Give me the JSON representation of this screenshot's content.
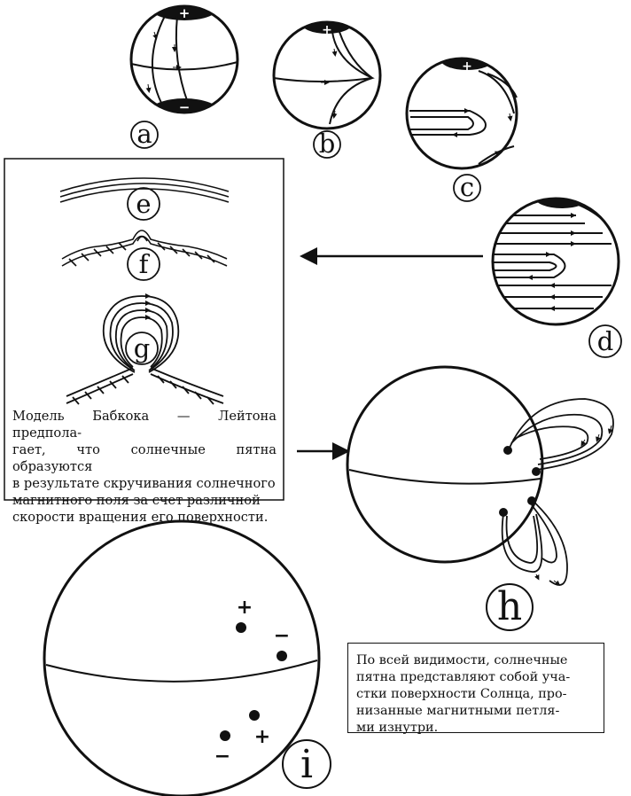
{
  "labels": {
    "a": "a",
    "b": "b",
    "c": "c",
    "d": "d",
    "e": "e",
    "f": "f",
    "g": "g",
    "h": "h",
    "i": "i"
  },
  "signs": {
    "plus": "+",
    "minus": "−"
  },
  "caption_model": [
    "Модель Бабкока — Лейтона предпола-",
    "гает, что солнечные пятна образуются",
    "в результате скручивания солнечного",
    "магнитного поля за счет различной",
    "скорости вращения его поверхности."
  ],
  "caption_spots": [
    "По всей видимости, солнечные",
    "пятна представляют собой уча-",
    "стки поверхности Солнца, про-",
    "низанные магнитными петля-",
    "ми изнутри."
  ]
}
